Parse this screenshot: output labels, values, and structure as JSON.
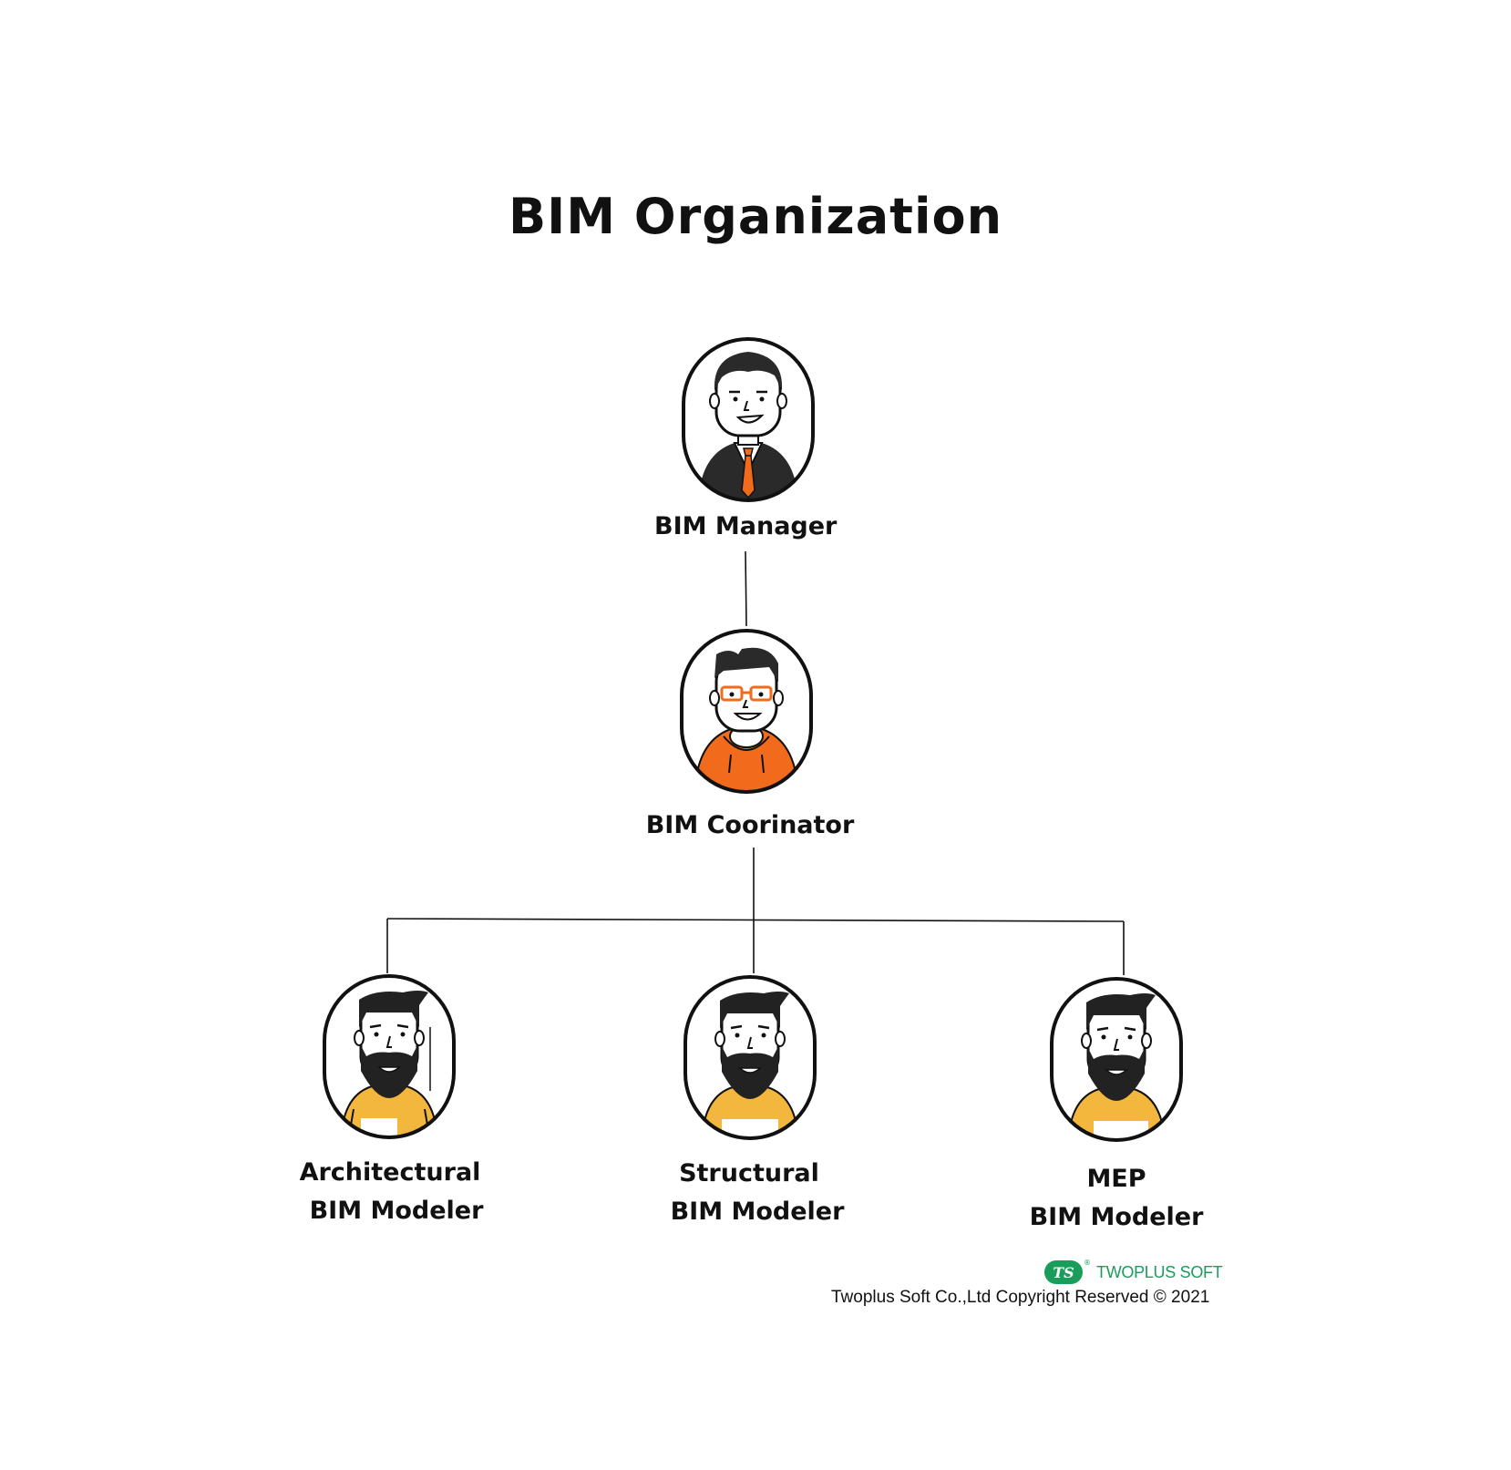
{
  "title": "BIM Organization",
  "nodes": {
    "manager": {
      "label": "BIM Manager"
    },
    "coordinator": {
      "label": "BIM Coorinator"
    },
    "architectural": {
      "label_line1": "Architectural",
      "label_line2": "BIM Modeler"
    },
    "structural": {
      "label_line1": "Structural",
      "label_line2": "BIM Modeler"
    },
    "mep": {
      "label_line1": "MEP",
      "label_line2": "BIM Modeler"
    }
  },
  "edges": [
    [
      "manager",
      "coordinator"
    ],
    [
      "coordinator",
      "architectural"
    ],
    [
      "coordinator",
      "structural"
    ],
    [
      "coordinator",
      "mep"
    ]
  ],
  "footer": {
    "logo_badge": "TS",
    "logo_text": "TWOPLUS SOFT",
    "copyright": "Twoplus Soft Co.,Ltd Copyright Reserved © 2021"
  },
  "colors": {
    "accent_orange": "#f26b1d",
    "accent_yellow": "#f3b73d",
    "brand_green": "#1a9c5a",
    "outline": "#111111"
  },
  "icons": {
    "manager": "businessman-avatar-icon",
    "coordinator": "glasses-hoodie-avatar-icon",
    "modeler": "bearded-man-avatar-icon"
  }
}
